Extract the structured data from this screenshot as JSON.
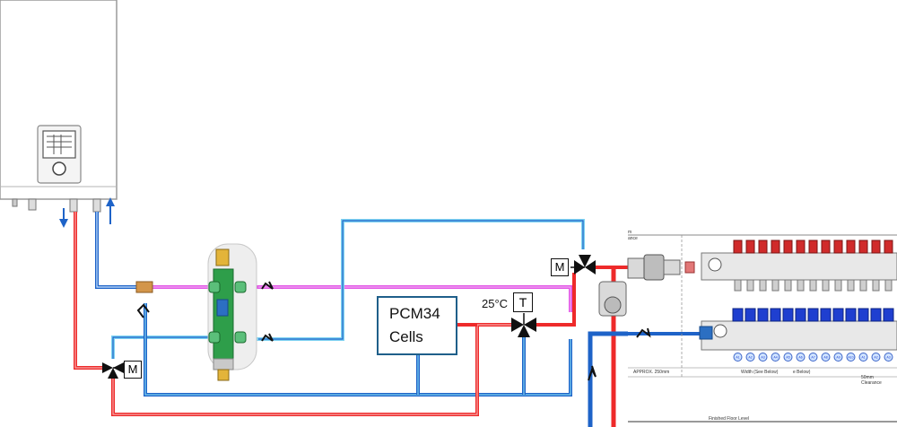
{
  "pcm": {
    "line1": "PCM34",
    "line2": "Cells"
  },
  "mixing_valve": {
    "setpoint": "25°C",
    "actuator": "T"
  },
  "motor_valve_left": {
    "actuator": "M"
  },
  "motor_valve_right": {
    "actuator": "M"
  },
  "manifold": {
    "approx_label": "APPROX. 250mm",
    "width_label": "Width (See Below)",
    "width_label_2": "e Below)",
    "clearance_label": "50mm Clearance",
    "floor_label": "Finished Floor Level",
    "port_labels": [
      "A1",
      "A2",
      "A3",
      "A4",
      "A5",
      "A6",
      "A7",
      "A8",
      "A9",
      "A10",
      "A1",
      "A2",
      "A3"
    ],
    "top_note_1": "m",
    "top_note_2": "ance"
  },
  "colors": {
    "flow": "#ee2a2a",
    "return": "#1e63c8",
    "return_light": "#7fd3f2",
    "bypass": "#e255e6",
    "separator_body": "#2e9e4a",
    "separator_cap": "#e3b43a",
    "manifold_blue": "#1f3fd0",
    "manifold_red": "#d02b2b"
  },
  "icons": [
    "boiler-icon",
    "control-panel-icon",
    "hydraulic-separator-icon",
    "non-return-valve-icon",
    "pump-icon",
    "manifold-icon"
  ]
}
